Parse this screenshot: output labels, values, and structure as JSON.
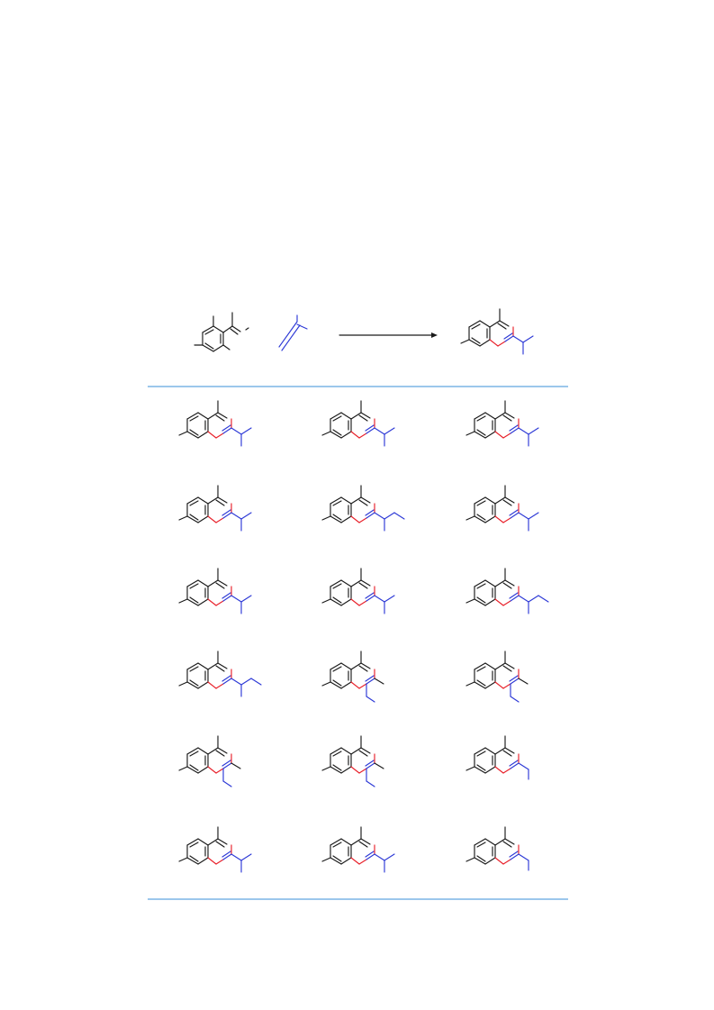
{
  "colors": {
    "skeleton": "#1a1a1a",
    "highlight_red": "#e8202a",
    "highlight_blue": "#2d39d6",
    "divider": "#3a8fd8",
    "arrow": "#1a1a1a"
  },
  "reaction": {
    "reactants": [
      "aryl-ketone-reactant",
      "alkyne-reactant"
    ],
    "products": [
      "fused-product"
    ],
    "arrow_direction": "right"
  },
  "grid": {
    "columns": 3,
    "rows": 6,
    "cells": [
      {
        "tail": "isopropyl",
        "variant": "a"
      },
      {
        "tail": "isopropyl",
        "variant": "a"
      },
      {
        "tail": "isopropyl",
        "variant": "a"
      },
      {
        "tail": "isopropyl",
        "variant": "b"
      },
      {
        "tail": "sec-butyl",
        "variant": "a"
      },
      {
        "tail": "isopropyl",
        "variant": "b"
      },
      {
        "tail": "isopropyl",
        "variant": "c"
      },
      {
        "tail": "isopropyl",
        "variant": "c"
      },
      {
        "tail": "sec-butyl",
        "variant": "a"
      },
      {
        "tail": "sec-butyl",
        "variant": "b"
      },
      {
        "tail": "branch-ethyl",
        "variant": "a"
      },
      {
        "tail": "branch-ethyl",
        "variant": "b"
      },
      {
        "tail": "branch-ethyl",
        "variant": "c"
      },
      {
        "tail": "branch-ethyl",
        "variant": "d"
      },
      {
        "tail": "ethyl",
        "variant": "a"
      },
      {
        "tail": "isopropyl",
        "variant": "d"
      },
      {
        "tail": "isopropyl",
        "variant": "e"
      },
      {
        "tail": "ethyl",
        "variant": "b"
      }
    ]
  }
}
